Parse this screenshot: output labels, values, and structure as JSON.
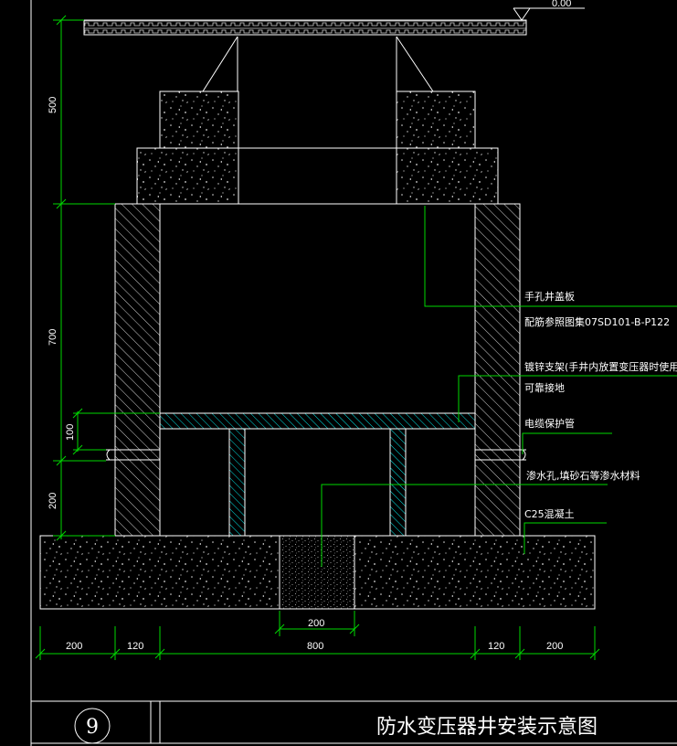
{
  "elevation": "0.00",
  "title": "防水变压器井安装示意图",
  "detail_number": "9",
  "labels": {
    "cover": "手孔井盖板",
    "cover_ref": "配筋参照图集07SD101-B-P122",
    "bracket": "镀锌支架(手井内放置变压器时使用)",
    "ground": "可靠接地",
    "conduit": "电缆保护管",
    "drain": "渗水孔,填砂石等渗水材料",
    "concrete": "C25混凝土"
  },
  "vertical_dims": {
    "d500": "500",
    "d700": "700",
    "d100": "100",
    "d200": "200"
  },
  "horizontal_dims": {
    "left_200": "200",
    "left_120": "120",
    "center_800": "800",
    "right_120": "120",
    "right_200": "200",
    "drain_200": "200"
  },
  "colors": {
    "line": "#ffffff",
    "dimension": "#00ff00",
    "hatch_cyan": "#00ffff",
    "hatch_white": "#d8d8d8"
  }
}
